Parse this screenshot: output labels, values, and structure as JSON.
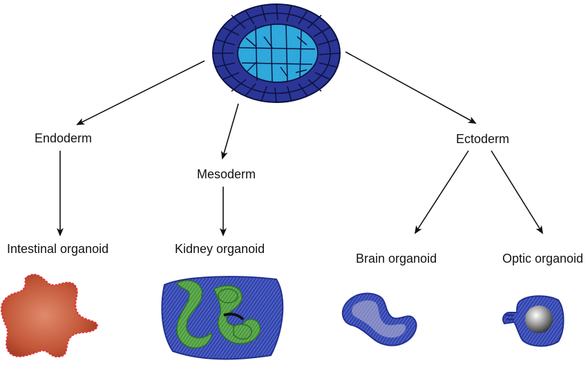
{
  "labels": {
    "endoderm": "Endoderm",
    "mesoderm": "Mesoderm",
    "ectoderm": "Ectoderm",
    "intestinal": "Intestinal organoid",
    "kidney": "Kidney organoid",
    "brain": "Brain organoid",
    "optic": "Optic organoid"
  },
  "colors": {
    "outer_cells": "#2a3596",
    "inner_cells": "#2fa8dc",
    "cell_border": "#0d1240",
    "intestinal_fill": "#c45a3c",
    "intestinal_border": "#e0303a",
    "organoid_blue": "#3346b0",
    "organoid_lavender": "#8a90c8",
    "kidney_green": "#5aa84a",
    "arrow": "#111111"
  },
  "icons": [
    "embryoid-body",
    "intestinal-organoid",
    "kidney-organoid",
    "brain-organoid",
    "optic-organoid"
  ]
}
